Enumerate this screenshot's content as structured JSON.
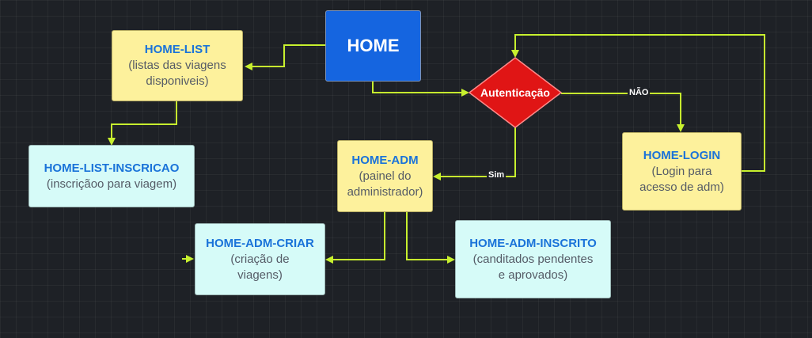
{
  "nodes": {
    "home": {
      "title": "HOME"
    },
    "home_list": {
      "title": "HOME-LIST",
      "sub": "(listas das viagens\ndisponiveis)"
    },
    "home_list_inscricao": {
      "title": "HOME-LIST-INSCRICAO",
      "sub": "(inscriçãoo para viagem)"
    },
    "autenticacao": {
      "title": "Autenticação"
    },
    "home_adm": {
      "title": "HOME-ADM",
      "sub": "(painel do\nadministrador)"
    },
    "home_login": {
      "title": "HOME-LOGIN",
      "sub": "(Login para\nacesso de adm)"
    },
    "home_adm_criar": {
      "title": "HOME-ADM-CRIAR",
      "sub": "(criação de\nviagens)"
    },
    "home_adm_inscrito": {
      "title": "HOME-ADM-INSCRITO",
      "sub": "(canditados pendentes\ne aprovados)"
    }
  },
  "edges": {
    "nao_label": "NÃO",
    "sim_label": "Sim"
  },
  "colors": {
    "connector": "#c7f02e",
    "diamond": "#e01515",
    "diamond_border": "#ff8a8a"
  }
}
